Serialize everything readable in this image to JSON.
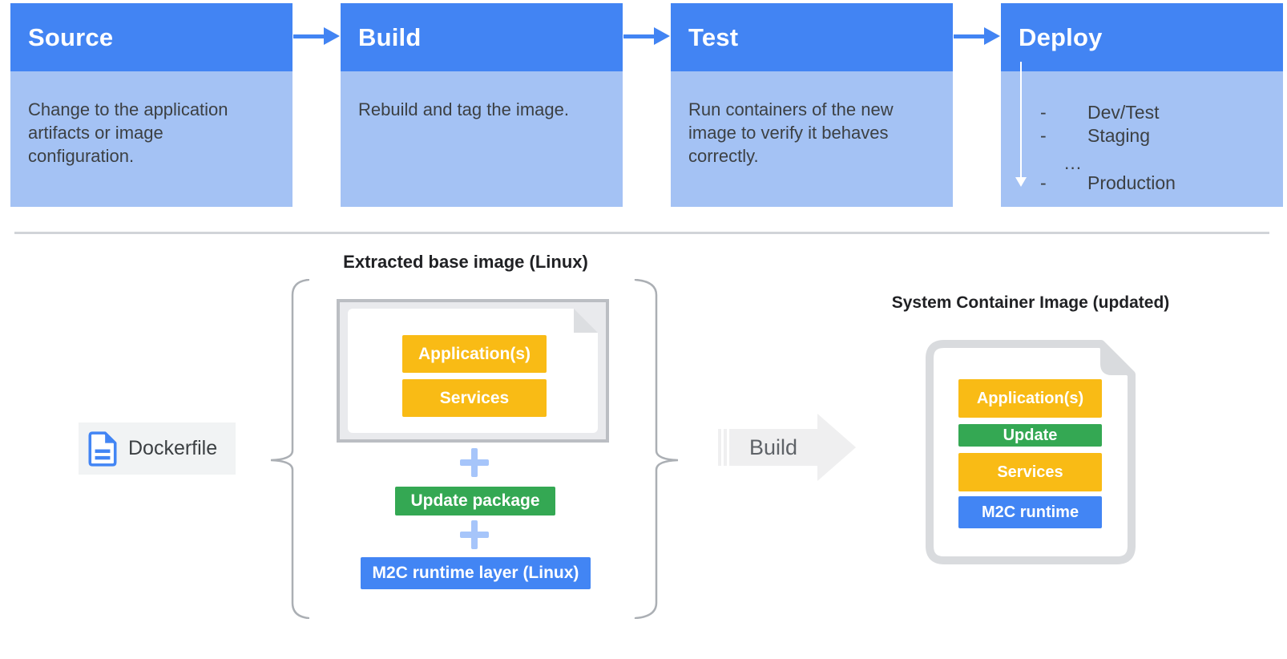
{
  "pipeline": {
    "stages": [
      {
        "title": "Source",
        "description": "Change to the application artifacts or image configuration."
      },
      {
        "title": "Build",
        "description": "Rebuild and tag the image."
      },
      {
        "title": "Test",
        "description": "Run containers of the new image to verify it behaves correctly."
      },
      {
        "title": "Deploy",
        "items": [
          {
            "bullet": "-",
            "label": "Dev/Test"
          },
          {
            "bullet": "-",
            "label": "Staging"
          },
          {
            "bullet": "",
            "label": "..."
          },
          {
            "bullet": "-",
            "label": "Production"
          }
        ]
      }
    ]
  },
  "build_flow": {
    "dockerfile": {
      "label": "Dockerfile",
      "icon": "blue-document-icon"
    },
    "extracted_base": {
      "title": "Extracted base image (Linux)",
      "layers": [
        "Application(s)",
        "Services"
      ],
      "plus_icon": "+",
      "additions": [
        {
          "label": "Update package",
          "color": "#34A853"
        },
        {
          "label": "M2C runtime layer (Linux)",
          "color": "#4285F4"
        }
      ]
    },
    "build_arrow": {
      "label": "Build"
    },
    "result": {
      "title": "System Container Image (updated)",
      "layers": [
        {
          "label": "Application(s)",
          "color": "#F9BB15"
        },
        {
          "label": "Update",
          "color": "#34A853"
        },
        {
          "label": "Services",
          "color": "#F9BB15"
        },
        {
          "label": "M2C runtime",
          "color": "#4285F4"
        }
      ]
    }
  },
  "colors": {
    "stage_header_blue": "#4284F3",
    "stage_body_blue": "#A4C2F4",
    "accent_yellow": "#F9BB15",
    "accent_green": "#34A853",
    "accent_blue": "#4285F4",
    "plus_light_blue": "#A6C5FA",
    "text_dark": "#3C4043",
    "frame_gray": "#BBBEC3",
    "arrow_gray": "#EFEFF0"
  }
}
